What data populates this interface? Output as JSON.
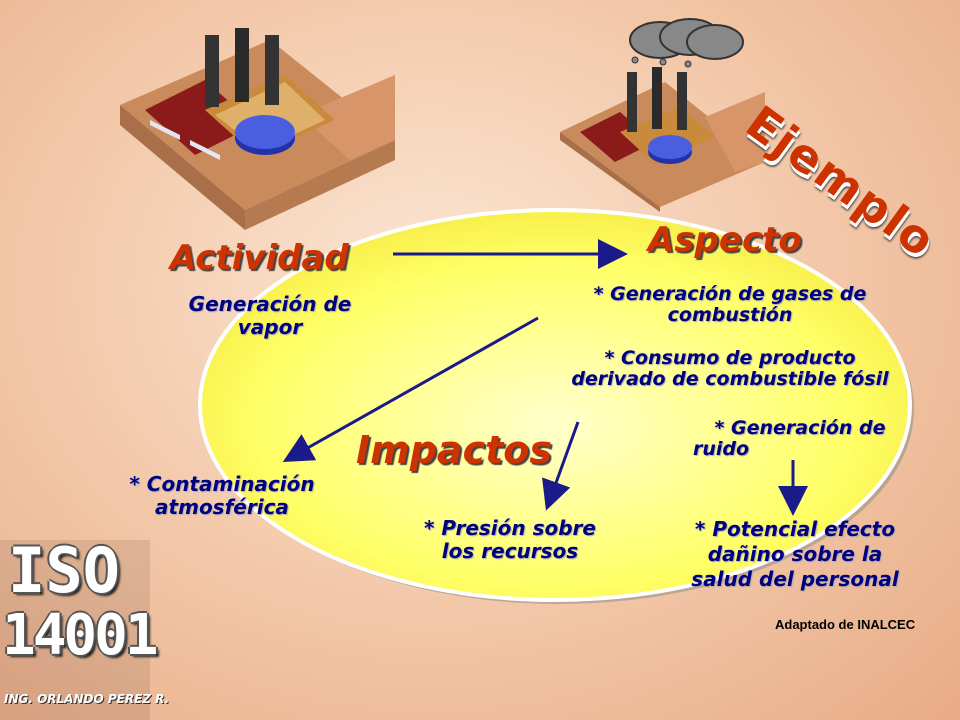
{
  "slide": {
    "example_label": "Ejemplo",
    "activity": {
      "title": "Actividad",
      "text_line1": "Generación de",
      "text_line2": "vapor"
    },
    "aspect": {
      "title": "Aspecto",
      "items": [
        {
          "line1": "* Generación de gases de",
          "line2": "combustión"
        },
        {
          "line1": "* Consumo de producto",
          "line2": "derivado de combustible fósil"
        },
        {
          "line1": "* Generación de",
          "line2": "ruido"
        }
      ]
    },
    "impacts": {
      "title": "Impactos",
      "items": [
        {
          "line1": "* Contaminación",
          "line2": "atmosférica"
        },
        {
          "line1": "* Presión sobre",
          "line2": "los recursos"
        },
        {
          "line1": "* Potencial efecto",
          "line2": "dañino sobre la",
          "line3": "salud del personal"
        }
      ]
    },
    "credit": "Adaptado de INALCEC",
    "logo": {
      "line1": "ISO",
      "line2": "14001",
      "author": "ING. ORLANDO PEREZ R."
    },
    "colors": {
      "heading": "#cc3300",
      "body_text": "#000080",
      "ellipse": "#ffff66",
      "arrow": "#1a1a8a"
    }
  }
}
